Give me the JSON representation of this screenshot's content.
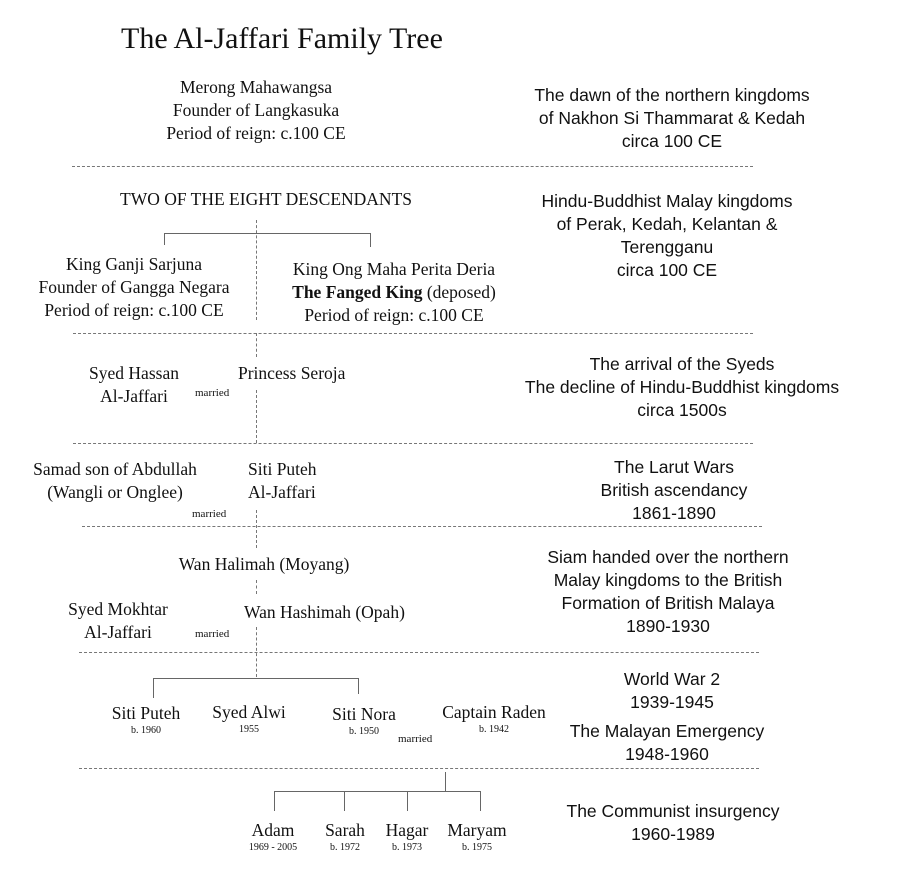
{
  "title": "The Al-Jaffari Family Tree",
  "generations": [
    {
      "people": [
        {
          "name": "Merong Mahawangsa",
          "line2": "Founder of Langkasuka",
          "line3": "Period of reign: c.100 CE"
        }
      ],
      "era": [
        "The dawn of the northern kingdoms",
        "of Nakhon Si Thammarat & Kedah",
        "circa 100 CE"
      ]
    },
    {
      "heading": "TWO OF THE EIGHT DESCENDANTS",
      "people": [
        {
          "name": "King Ganji Sarjuna",
          "line2": "Founder of Gangga Negara",
          "line3": "Period of reign: c.100 CE"
        },
        {
          "name": "King Ong Maha Perita Deria",
          "line2_bold": "The Fanged King",
          "line2_rest": " (deposed)",
          "line3": "Period of reign: c.100 CE"
        }
      ],
      "era": [
        "Hindu-Buddhist Malay kingdoms",
        "of Perak, Kedah, Kelantan &",
        "Terengganu",
        "circa 100 CE"
      ]
    },
    {
      "people": [
        {
          "name": "Syed Hassan",
          "line2": "Al-Jaffari"
        },
        {
          "name": "Princess Seroja"
        }
      ],
      "relation": "married",
      "era": [
        "The arrival of the Syeds",
        "The decline of Hindu-Buddhist kingdoms",
        "circa 1500s"
      ]
    },
    {
      "people": [
        {
          "name": "Samad son of Abdullah",
          "line2": "(Wangli or Onglee)"
        },
        {
          "name": "Siti Puteh",
          "line2": "Al-Jaffari"
        }
      ],
      "relation": "married",
      "era": [
        "The Larut Wars",
        "British ascendancy",
        "1861-1890"
      ]
    },
    {
      "people": [
        {
          "name": "Wan Halimah (Moyang)"
        },
        {
          "name": "Syed Mokhtar",
          "line2": "Al-Jaffari"
        },
        {
          "name": "Wan Hashimah (Opah)"
        }
      ],
      "relation": "married",
      "era": [
        "Siam handed over the northern",
        "Malay kingdoms to the British",
        "Formation of British Malaya",
        "1890-1930"
      ]
    },
    {
      "people": [
        {
          "name": "Siti Puteh",
          "dates": "b. 1960"
        },
        {
          "name": "Syed Alwi",
          "dates": "1955"
        },
        {
          "name": "Siti Nora",
          "dates": "b. 1950"
        },
        {
          "name": "Captain Raden",
          "dates": "b. 1942"
        }
      ],
      "relation": "married",
      "era": [
        "World War 2",
        "1939-1945"
      ],
      "era2": [
        "The Malayan Emergency",
        "1948-1960"
      ]
    },
    {
      "people": [
        {
          "name": "Adam",
          "dates": "1969 - 2005"
        },
        {
          "name": "Sarah",
          "dates": "b. 1972"
        },
        {
          "name": "Hagar",
          "dates": "b. 1973"
        },
        {
          "name": "Maryam",
          "dates": "b. 1975"
        }
      ],
      "era": [
        "The Communist insurgency",
        "1960-1989"
      ]
    }
  ]
}
